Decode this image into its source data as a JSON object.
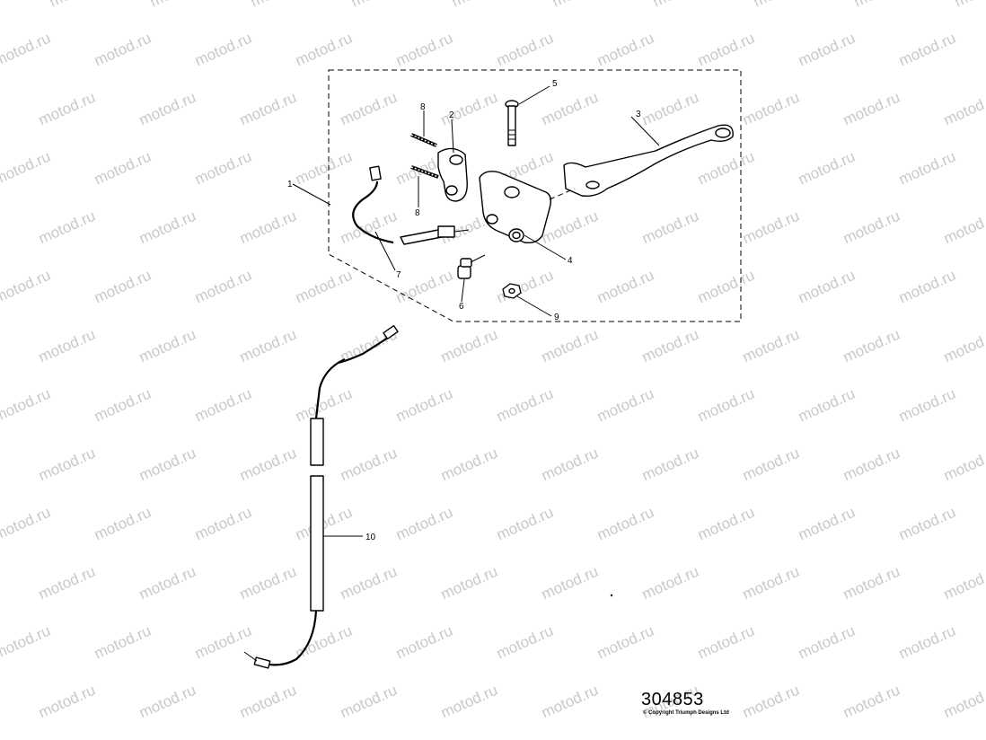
{
  "watermark": "motod.ru",
  "callouts": {
    "c1": "1",
    "c2": "2",
    "c3": "3",
    "c4": "4",
    "c5": "5",
    "c6": "6",
    "c7": "7",
    "c8a": "8",
    "c8b": "8",
    "c9": "9",
    "c10": "10"
  },
  "footer": {
    "reference": "304853",
    "copyright": "© Copyright Triumph Designs Ltd"
  }
}
